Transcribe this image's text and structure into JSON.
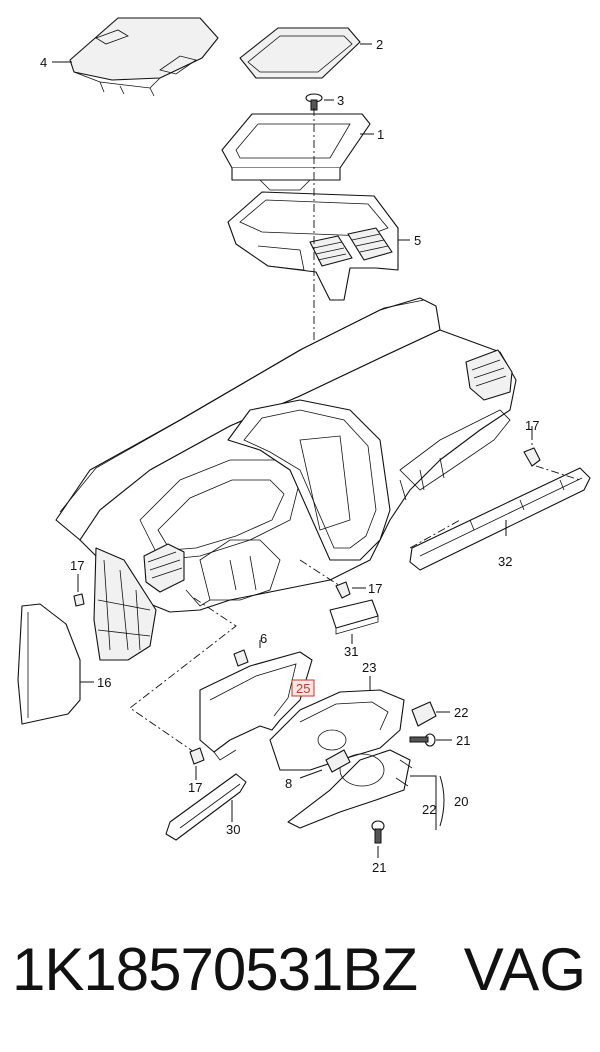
{
  "labels": {
    "l1": "1",
    "l2": "2",
    "l3": "3",
    "l4": "4",
    "l5": "5",
    "l6": "6",
    "l8": "8",
    "l16": "16",
    "l17a": "17",
    "l17b": "17",
    "l17c": "17",
    "l17d": "17",
    "l20": "20",
    "l21a": "21",
    "l21b": "21",
    "l22a": "22",
    "l22b": "22",
    "l23": "23",
    "l25": "25",
    "l30": "30",
    "l31": "31",
    "l32": "32"
  },
  "footer": {
    "part_number": "1K18570531BZ",
    "brand": "VAG"
  },
  "colors": {
    "highlight": "#c0392b",
    "ink": "#111111"
  }
}
